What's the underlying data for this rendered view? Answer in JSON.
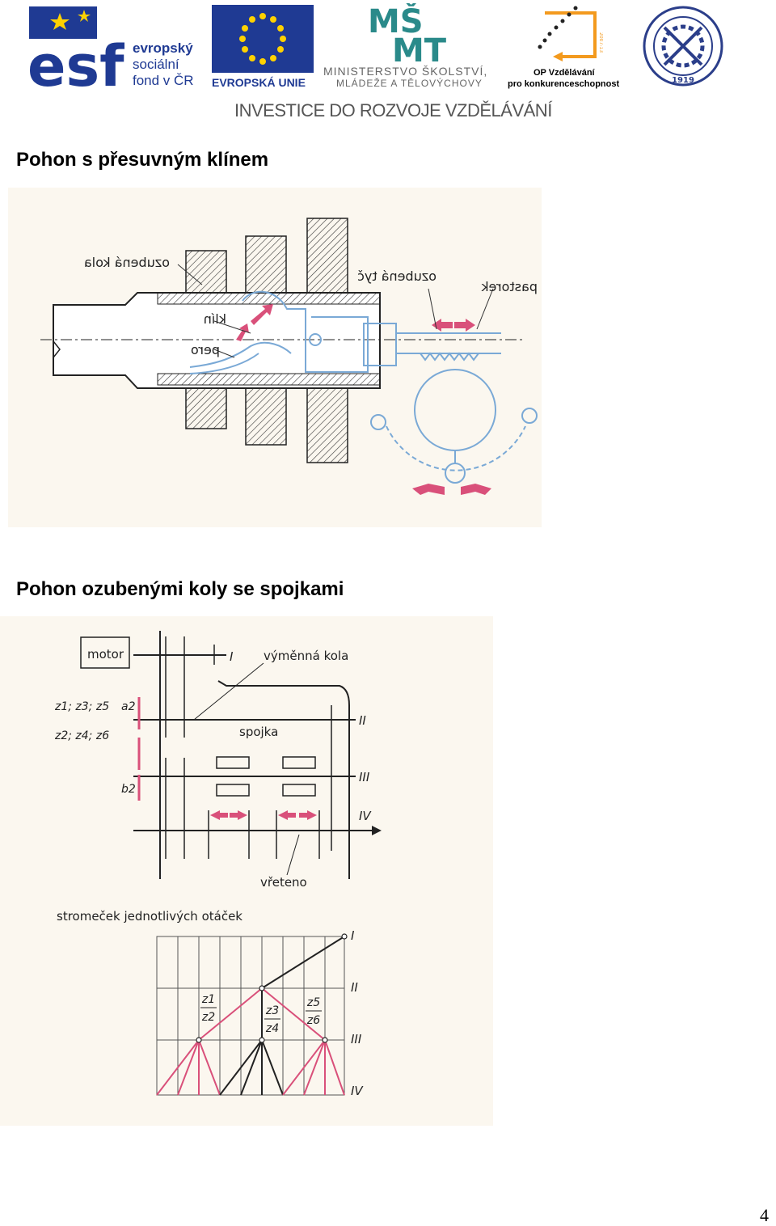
{
  "header": {
    "esf_lines": [
      "evropský",
      "sociální",
      "fond v ČR"
    ],
    "eu_label": "EVROPSKÁ UNIE",
    "msmt_line1": "MINISTERSTVO ŠKOLSTVÍ,",
    "msmt_line2": "MLÁDEŽE A TĚLOVÝCHOVY",
    "op_line1": "OP Vzdělávání",
    "op_line2": "pro konkurenceschopnost",
    "op_years": "2007-13",
    "seal_year": "1919",
    "slogan": "INVESTICE DO ROZVOJE VZDĚLÁVÁNÍ"
  },
  "section1": {
    "title": "Pohon s přesuvným klínem",
    "labels": {
      "wheel": "ozubená kola",
      "rack": "ozubená tyč",
      "pinion": "pastorek",
      "key": "klín",
      "spring": "pero"
    }
  },
  "section2": {
    "title": "Pohon ozubenými koly se spojkami",
    "labels": {
      "motor": "motor",
      "change_gears": "výměnná kola",
      "clutch": "spojka",
      "spindle": "vřeteno",
      "z_odd": "z1; z3; z5",
      "z_even": "z2; z4; z6",
      "a2": "a2",
      "b2": "b2",
      "shaft_I": "I",
      "shaft_II": "II",
      "shaft_III": "III",
      "shaft_IV": "IV"
    },
    "tree": {
      "title": "stromeček jednotlivých otáček",
      "levels": [
        "I",
        "II",
        "III",
        "IV"
      ],
      "ratios": [
        {
          "num": "z1",
          "den": "z2"
        },
        {
          "num": "z3",
          "den": "z4"
        },
        {
          "num": "z5",
          "den": "z6"
        }
      ]
    }
  },
  "footer": {
    "page_number": "4"
  },
  "colors": {
    "blue": "#7aa9d6",
    "pink": "#d9507a",
    "paper": "#fbf7ef",
    "eu_blue": "#1f3a93",
    "teal": "#2a8a8a",
    "orange": "#f39a1e"
  }
}
